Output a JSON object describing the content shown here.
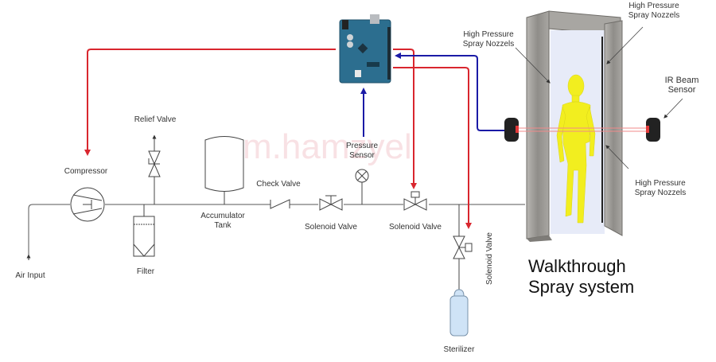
{
  "diagram": {
    "title_line1": "Walkthrough",
    "title_line2": "Spray system",
    "watermark": "m.hamzyel",
    "labels": {
      "air_input": "Air Input",
      "compressor": "Compressor",
      "relief_valve": "Relief Valve",
      "filter": "Filter",
      "accumulator_line1": "Accumulator",
      "accumulator_line2": "Tank",
      "check_valve": "Check Valve",
      "solenoid_valve_1": "Solenoid Valve",
      "pressure_sensor_line1": "Pressure",
      "pressure_sensor_line2": "Sensor",
      "solenoid_valve_2": "Solenoid Valve",
      "solenoid_valve_3": "Solenoid Valve",
      "sterilizer": "Sterilizer",
      "nozzle_left_line1": "High Pressure",
      "nozzle_left_line2": "Spray Nozzels",
      "nozzle_top_line1": "High Pressure",
      "nozzle_top_line2": "Spray Nozzels",
      "nozzle_bottom_line1": "High Pressure",
      "nozzle_bottom_line2": "Spray Nozzels",
      "ir_line1": "IR Beam",
      "ir_line2": "Sensor"
    },
    "colors": {
      "control_out": "#d9262e",
      "signal_in": "#1a1aa6",
      "pipe": "#555555",
      "board": "#2c6e8f",
      "person": "#f2ee1f",
      "frame": "#9a9894",
      "bottle": "#cfe3f6"
    }
  }
}
